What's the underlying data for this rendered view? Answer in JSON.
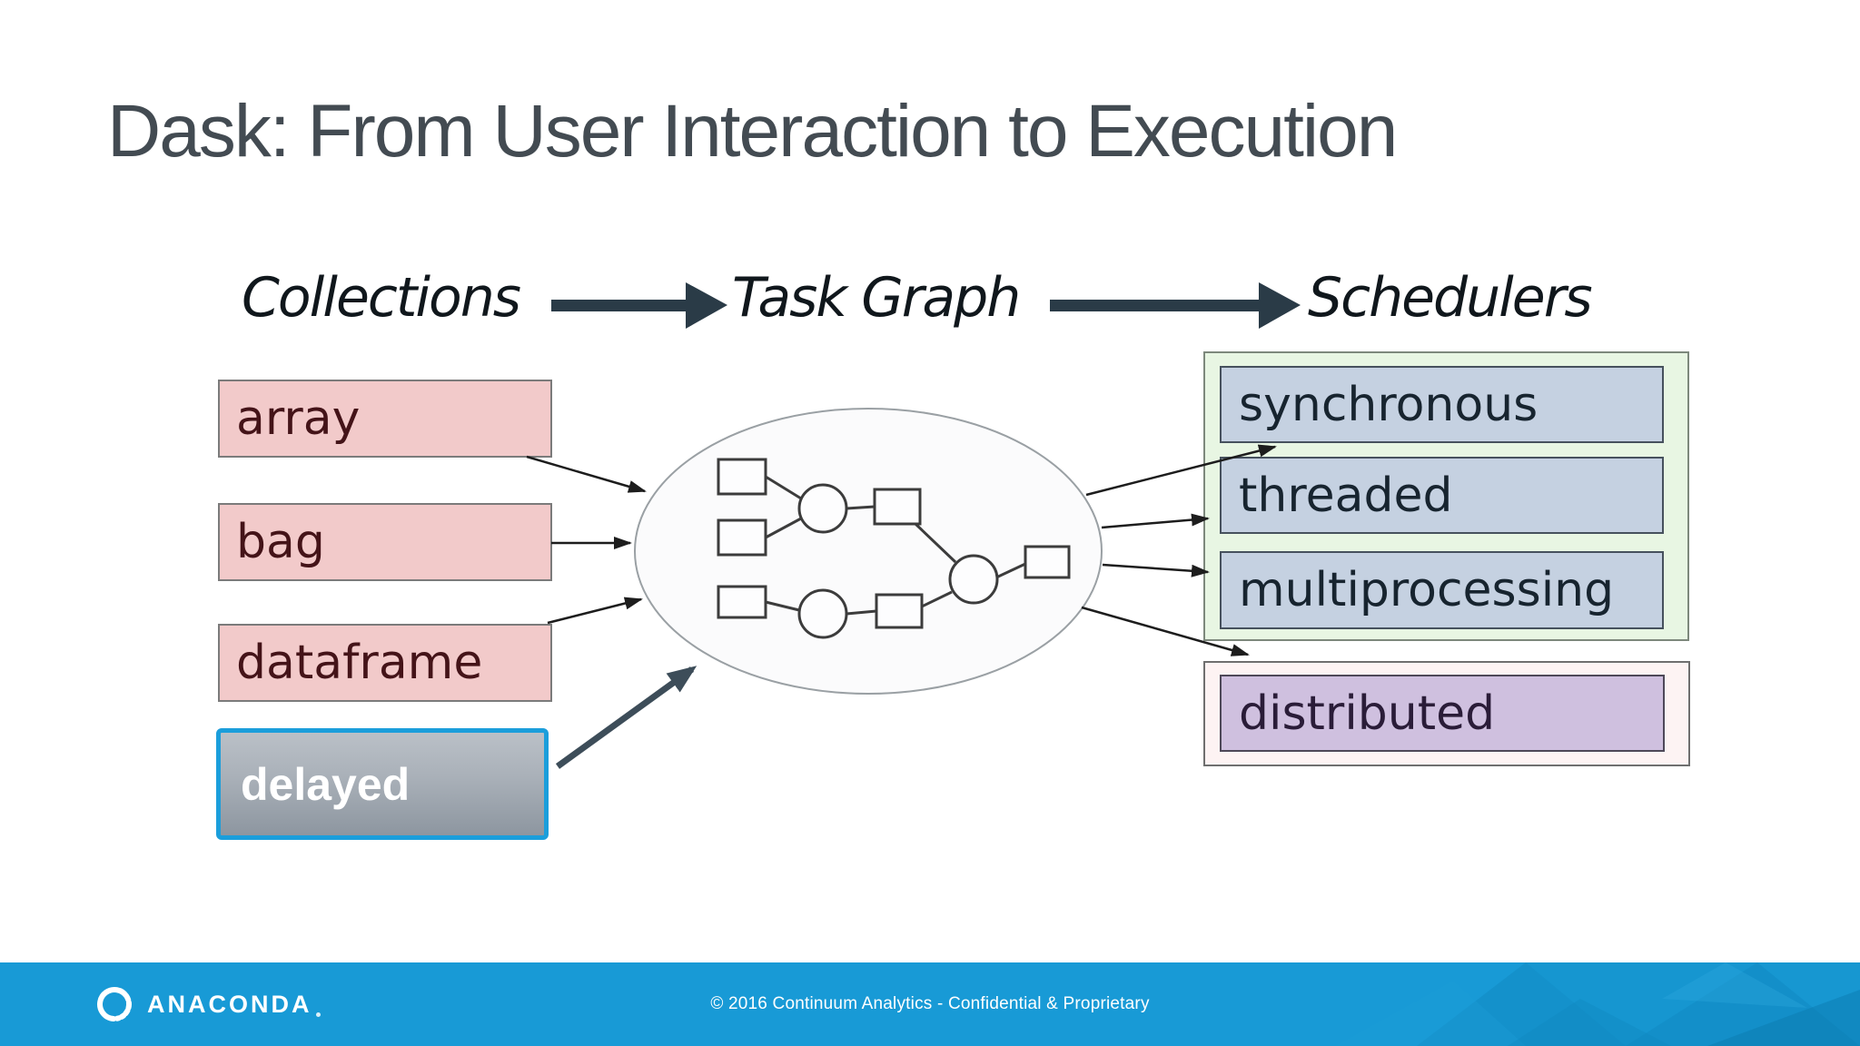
{
  "slide": {
    "title": "Dask: From User Interaction to Execution",
    "flow_steps": [
      {
        "label": "Collections"
      },
      {
        "label": "Task Graph"
      },
      {
        "label": "Schedulers"
      }
    ],
    "collections": {
      "boxes": [
        {
          "label": "array"
        },
        {
          "label": "bag"
        },
        {
          "label": "dataframe"
        }
      ],
      "delayed": {
        "label": "delayed"
      }
    },
    "schedulers": {
      "local_boxes": [
        {
          "label": "synchronous"
        },
        {
          "label": "threaded"
        },
        {
          "label": "multiprocessing"
        }
      ],
      "distributed": {
        "label": "distributed"
      }
    },
    "footer": {
      "brand": "ANACONDA",
      "copyright": "© 2016 Continuum Analytics - Confidential & Proprietary"
    },
    "colors": {
      "title_gray": "#434b52",
      "accent_blue": "#1b9edb",
      "footer_blue": "#189ad6",
      "collection_pink": "#f2caca",
      "collection_text": "#441318",
      "scheduler_panel_green": "#e8f6e3",
      "scheduler_blue": "#c5d1e1",
      "scheduler_text": "#17242f",
      "distributed_panel_pink": "#fdf3f3",
      "distributed_purple": "#cfc0df",
      "arrow_dark": "#2a3b47"
    }
  }
}
